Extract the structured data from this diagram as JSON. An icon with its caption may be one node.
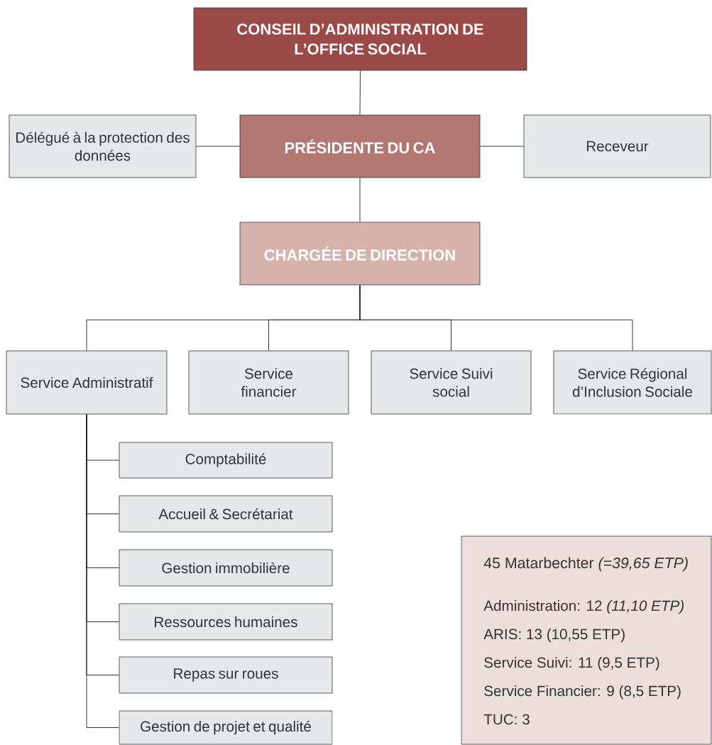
{
  "diagram": {
    "nodes": [
      {
        "text": [
          "CONSEIL D’ADMINISTRATION DE L’OFFICE SOCIAL"
        ]
      },
      {
        "text": [
          "Délégué à la protection des données"
        ]
      },
      {
        "text": [
          "PRÉSIDENTE DU CA"
        ]
      },
      {
        "text": [
          "Receveur"
        ]
      },
      {
        "text": [
          "CHARGÉE DE DIRECTION"
        ]
      },
      {
        "text": [
          "Service Administratif"
        ]
      },
      {
        "text": [
          "Service financier"
        ]
      },
      {
        "text": [
          "Service Suivi social"
        ]
      },
      {
        "text": [
          "Service Régional d’Inclusion Sociale"
        ]
      },
      {
        "text": [
          "Comptabilité"
        ]
      },
      {
        "text": [
          "Accueil & Secrétariat"
        ]
      },
      {
        "text": [
          "Gestion immobilière"
        ]
      },
      {
        "text": [
          "Ressources humaines"
        ]
      },
      {
        "text": [
          "Repas sur roues"
        ]
      },
      {
        "text": [
          "Gestion de projet et qualité"
        ]
      },
      {
        "text": [
          "45 Matarbechter *(=39,65 ETP)*",
          "Administration: 12 *(11,10 ETP)*",
          "ARIS: 13 (10,55 ETP)",
          "Service Suivi: 11 (9,5 ETP)",
          "Service Financier: 9 (8,5 ETP)",
          "TUC: 3"
        ]
      }
    ],
    "edges": [
      {
        "from": 0,
        "to": 2,
        "arrow": "none"
      },
      {
        "from": 2,
        "to": 1,
        "arrow": "none"
      },
      {
        "from": 2,
        "to": 3,
        "arrow": "none"
      },
      {
        "from": 2,
        "to": 4,
        "arrow": "none"
      },
      {
        "from": 4,
        "to": 5,
        "arrow": "none"
      },
      {
        "from": 4,
        "to": 6,
        "arrow": "none"
      },
      {
        "from": 4,
        "to": 7,
        "arrow": "none"
      },
      {
        "from": 4,
        "to": 8,
        "arrow": "none"
      },
      {
        "from": 5,
        "to": 9,
        "arrow": "none"
      },
      {
        "from": 5,
        "to": 10,
        "arrow": "none"
      },
      {
        "from": 5,
        "to": 11,
        "arrow": "none"
      },
      {
        "from": 5,
        "to": 12,
        "arrow": "none"
      },
      {
        "from": 5,
        "to": 13,
        "arrow": "none"
      },
      {
        "from": 5,
        "to": 14,
        "arrow": "none"
      }
    ]
  }
}
